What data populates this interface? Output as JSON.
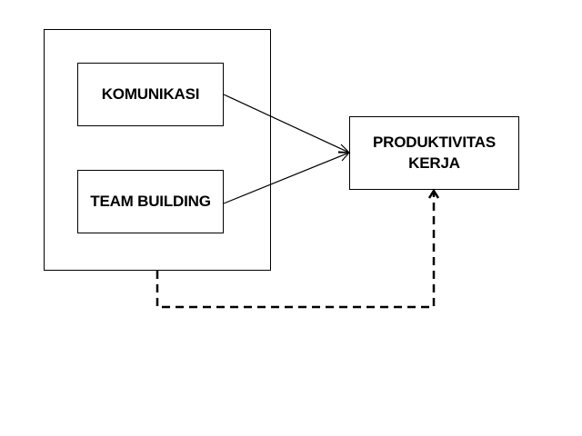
{
  "diagram": {
    "nodes": {
      "komunikasi": {
        "label": "KOMUNIKASI"
      },
      "team_building": {
        "label": "TEAM BUILDING"
      },
      "produktivitas": {
        "label_lines": [
          "PRODUKTIVITAS",
          "KERJA"
        ]
      }
    },
    "edges": [
      {
        "from": "komunikasi",
        "to": "produktivitas",
        "style": "solid"
      },
      {
        "from": "team_building",
        "to": "produktivitas",
        "style": "solid"
      },
      {
        "from": "independent-variables-group",
        "to": "produktivitas",
        "style": "dashed"
      }
    ],
    "colors": {
      "stroke": "#000000",
      "background": "#ffffff"
    }
  }
}
